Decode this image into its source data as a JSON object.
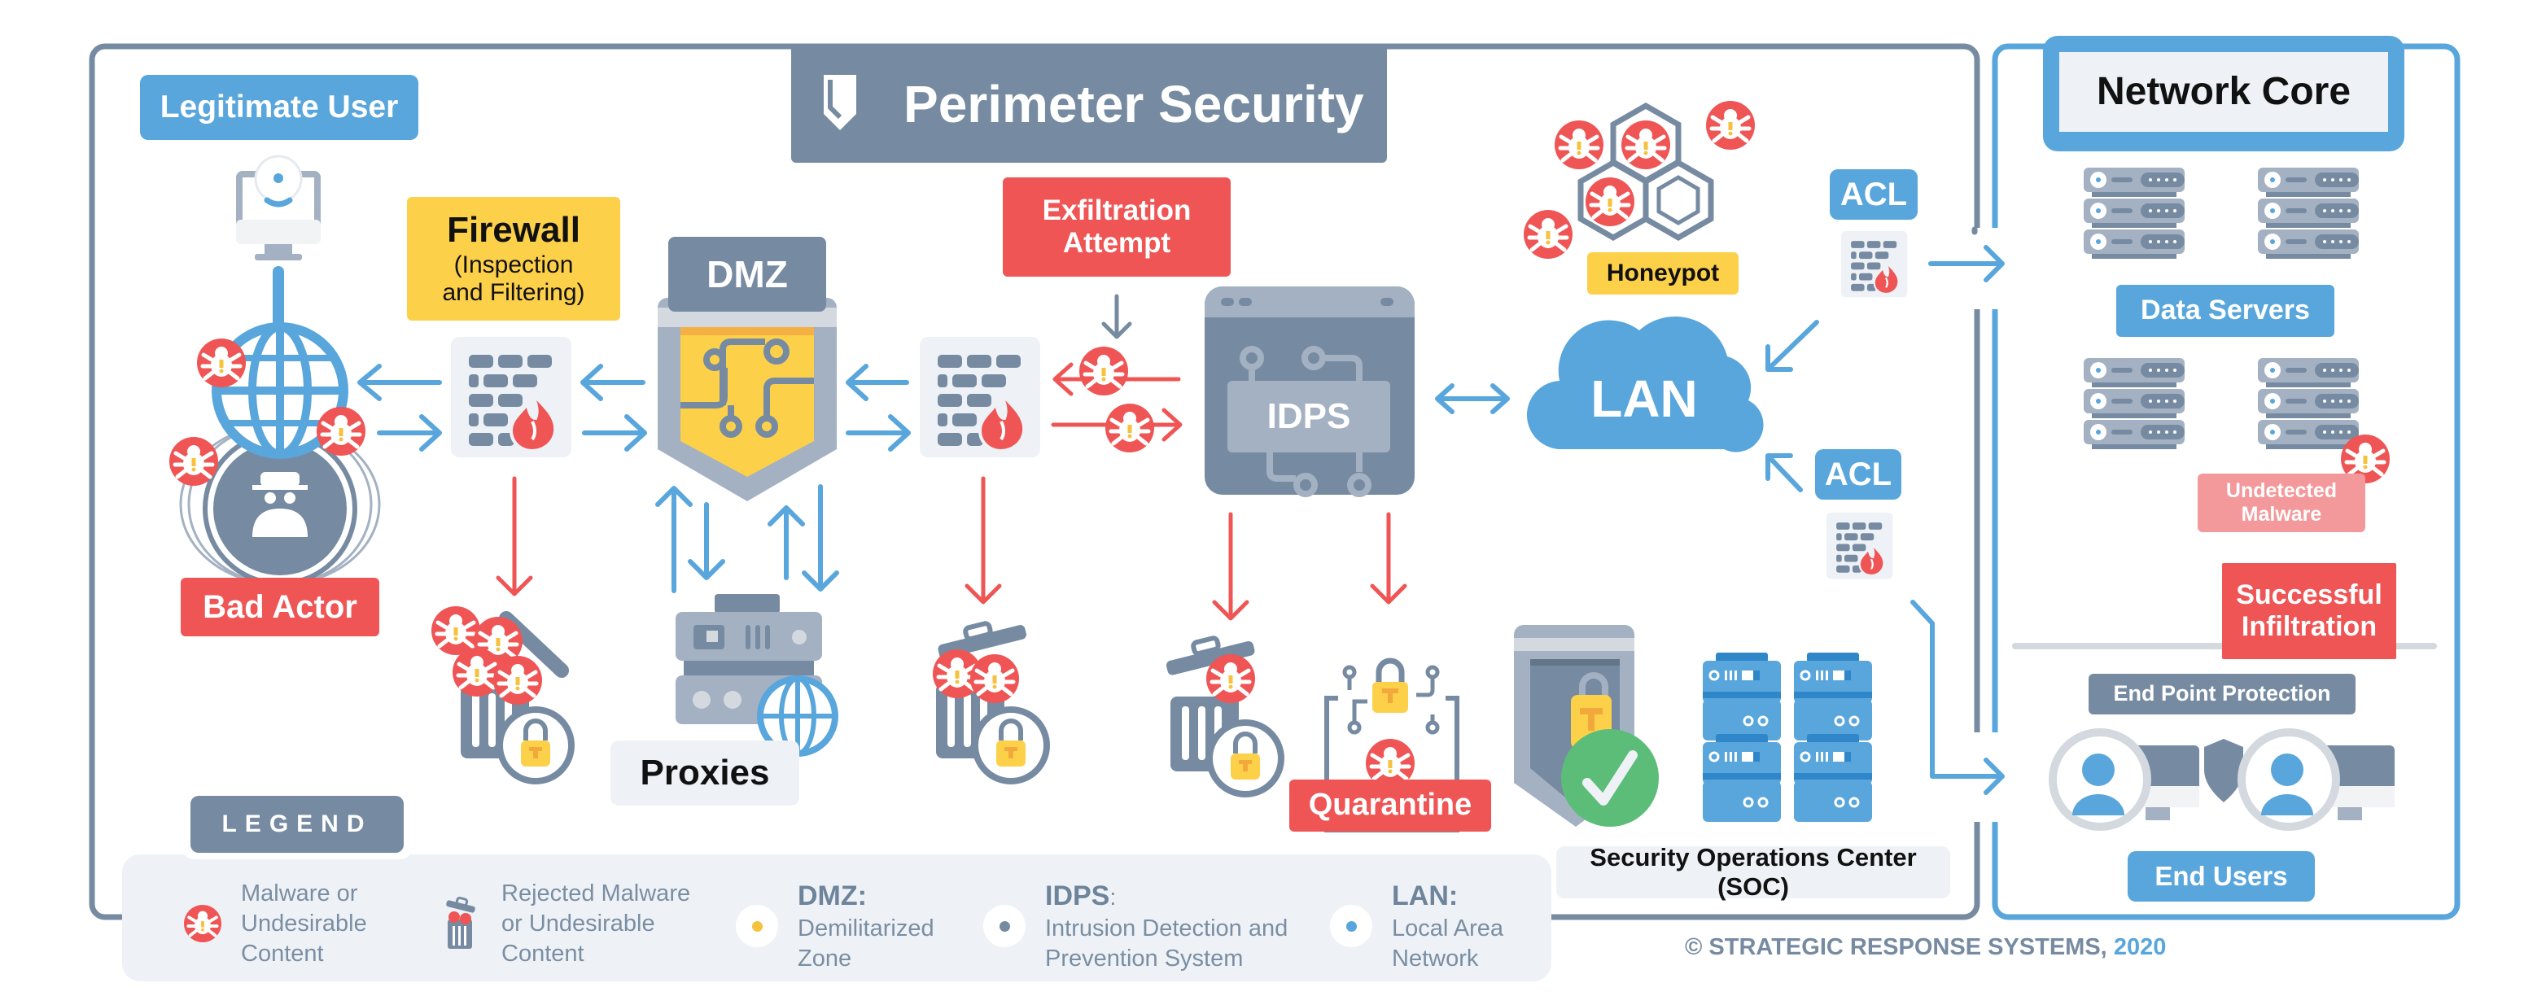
{
  "title": "Perimeter Security",
  "colors": {
    "blue": "#58a6dc",
    "red": "#ef5555",
    "slate": "#768ba1",
    "yellow": "#fdd04a",
    "green": "#5cbd78",
    "pale": "#eef2f6"
  },
  "perimeter": {
    "legitimate_user": "Legitimate User",
    "bad_actor": "Bad Actor",
    "firewall": {
      "title": "Firewall",
      "subtitle_line1": "(Inspection",
      "subtitle_line2": "and Filtering)"
    },
    "dmz": "DMZ",
    "proxies": "Proxies",
    "exfiltration_line1": "Exfiltration",
    "exfiltration_line2": "Attempt",
    "idps": "IDPS",
    "quarantine": "Quarantine",
    "honeypot": "Honeypot",
    "lan": "LAN",
    "acl_top": "ACL",
    "acl_bottom": "ACL",
    "soc": "Security Operations Center (SOC)"
  },
  "network_core": {
    "title": "Network Core",
    "data_servers": "Data Servers",
    "undetected_line1": "Undetected",
    "undetected_line2": "Malware",
    "infiltration_line1": "Successful",
    "infiltration_line2": "Infiltration",
    "endpoint_protection": "End Point Protection",
    "end_users": "End Users"
  },
  "legend": {
    "title": "LEGEND",
    "items": [
      {
        "icon": "malware-bug-icon",
        "lines": [
          "Malware or",
          "Undesirable",
          "Content"
        ]
      },
      {
        "icon": "trash-bin-icon",
        "lines": [
          "Rejected Malware",
          "or Undesirable",
          "Content"
        ]
      },
      {
        "icon": "yellow-dot-icon",
        "term": "DMZ:",
        "lines": [
          "Demilitarized",
          "Zone"
        ]
      },
      {
        "icon": "slate-dot-icon",
        "term": "IDPS",
        "colon": ":",
        "lines": [
          "Intrusion Detection and",
          "Prevention System"
        ]
      },
      {
        "icon": "blue-dot-icon",
        "term": "LAN:",
        "lines": [
          "Local Area",
          "Network"
        ]
      }
    ]
  },
  "footer": {
    "copyright": "© STRATEGIC RESPONSE SYSTEMS,",
    "year": "2020"
  }
}
